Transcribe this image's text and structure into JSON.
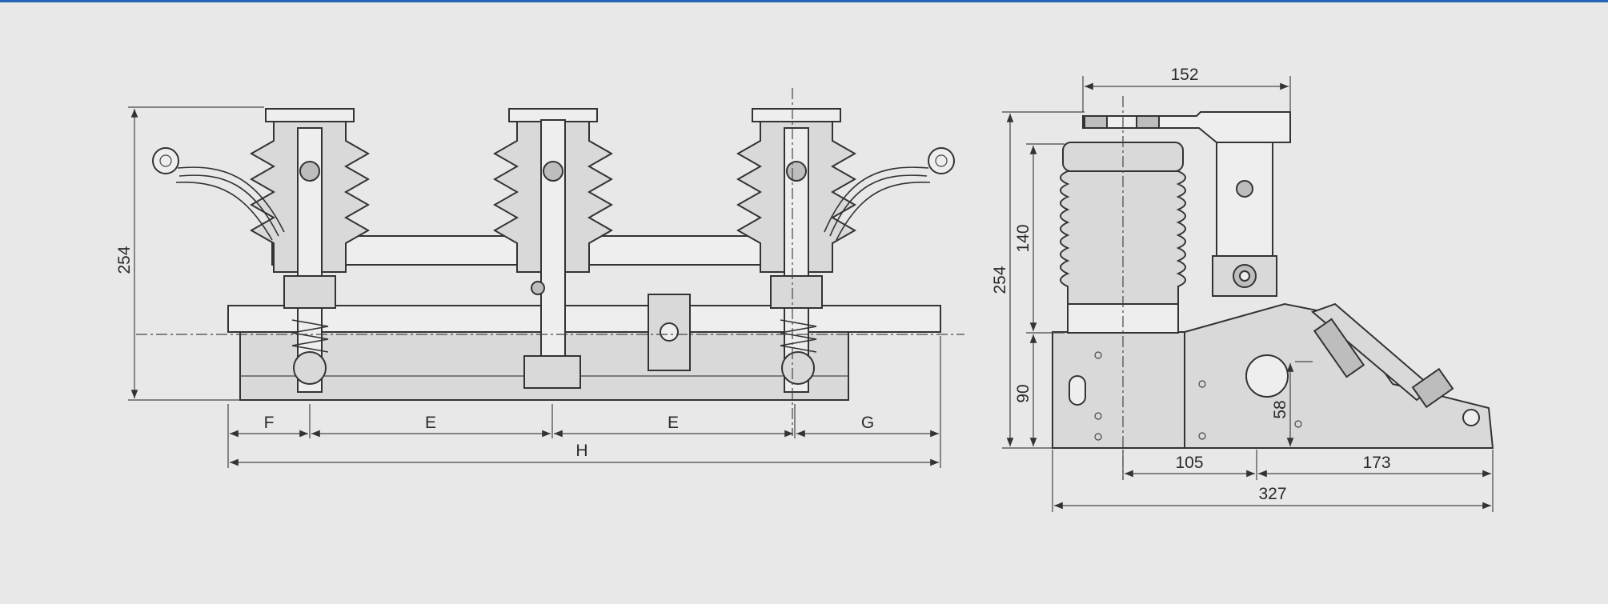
{
  "diagram": {
    "front_view": {
      "dimensions": {
        "height": "254",
        "f": "F",
        "e_left": "E",
        "e_right": "E",
        "g": "G",
        "h": "H"
      }
    },
    "side_view": {
      "dimensions": {
        "top_width": "152",
        "insulator_height": "140",
        "total_height": "254",
        "base_height": "90",
        "pivot_height": "58",
        "left_offset": "105",
        "right_offset": "173",
        "total_width": "327"
      }
    },
    "colors": {
      "background": "#e8e8e8",
      "top_rule": "#2a64b8",
      "drawing": "#333333",
      "part_fill": "#d9d9d9"
    }
  }
}
